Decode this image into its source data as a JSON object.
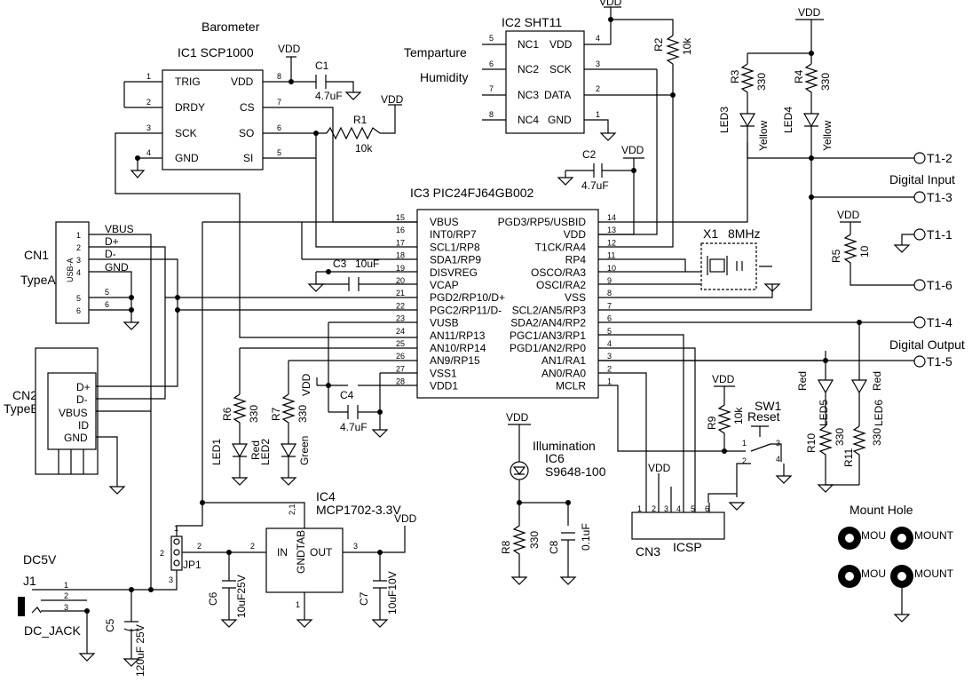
{
  "components": {
    "ic1": {
      "ref": "IC1  SCP1000",
      "title": "Barometer",
      "pins_left": [
        "TRIG",
        "DRDY",
        "SCK",
        "GND"
      ],
      "nums_left": [
        "1",
        "2",
        "3",
        "4"
      ],
      "pins_right": [
        "VDD",
        "CS",
        "SO",
        "SI"
      ],
      "nums_right": [
        "8",
        "7",
        "6",
        "5"
      ]
    },
    "ic2": {
      "ref": "IC2   SHT11",
      "pins_left": [
        "NC1",
        "NC2",
        "NC3",
        "NC4"
      ],
      "nums_left": [
        "5",
        "6",
        "7",
        "8"
      ],
      "pins_right": [
        "VDD",
        "SCK",
        "DATA",
        "GND"
      ],
      "nums_right": [
        "4",
        "3",
        "2",
        "1"
      ],
      "label_temp": "Temparture",
      "label_humid": "Humidity"
    },
    "ic3": {
      "ref": "IC3   PIC24FJ64GB002",
      "pins_left": [
        "VBUS",
        "INT0/RP7",
        "SCL1/RP8",
        "SDA1/RP9",
        "DISVREG",
        "VCAP",
        "PGD2/RP10/D+",
        "PGC2/RP11/D-",
        "VUSB",
        "AN11/RP13",
        "AN10/RP14",
        "AN9/RP15",
        "VSS1",
        "VDD1"
      ],
      "nums_left": [
        "15",
        "16",
        "17",
        "18",
        "19",
        "20",
        "21",
        "22",
        "23",
        "24",
        "25",
        "26",
        "27",
        "28"
      ],
      "pins_right": [
        "PGD3/RP5/USBID",
        "VDD",
        "T1CK/RA4",
        "RP4",
        "OSCO/RA3",
        "OSCI/RA2",
        "VSS",
        "SCL2/AN5/RP3",
        "SDA2/AN4/RP2",
        "PGC1/AN3/RP1",
        "PGD1/AN2/RP0",
        "AN1/RA1",
        "AN0/RA0",
        "MCLR"
      ],
      "nums_right": [
        "14",
        "13",
        "12",
        "11",
        "10",
        "9",
        "8",
        "7",
        "6",
        "5",
        "4",
        "3",
        "2",
        "1"
      ]
    },
    "ic4": {
      "ref": "IC4",
      "part": "MCP1702-3.3V",
      "in": "IN",
      "out": "OUT",
      "gnd": "GNDTAB",
      "num_in": "2",
      "num_out": "3",
      "num_gnd": "1",
      "num_tab": "2,1"
    },
    "ic6": {
      "title": "Illumination",
      "ref": "IC6",
      "part": "S9648-100"
    },
    "cn1": {
      "ref": "CN1",
      "type": "TypeA",
      "side": "USB-A",
      "pins": [
        "VBUS",
        "D+",
        "D-",
        "GND"
      ],
      "nums": [
        "1",
        "2",
        "3",
        "4",
        "5",
        "6"
      ]
    },
    "cn2": {
      "ref": "CN2",
      "type": "TypeB",
      "pins": [
        "D+",
        "D-",
        "VBUS",
        "ID",
        "GND"
      ]
    },
    "cn3": {
      "ref": "CN3",
      "label": "ICSP",
      "nums": [
        "1",
        "2",
        "3",
        "4",
        "5",
        "6"
      ]
    },
    "j1": {
      "ref": "J1",
      "title": "DC5V",
      "part": "DC_JACK",
      "nums": [
        "1",
        "2",
        "3"
      ]
    },
    "jp1": {
      "ref": "JP1",
      "nums": [
        "1",
        "2",
        "3"
      ],
      "net_num": "2"
    },
    "x1": {
      "ref": "X1",
      "freq": "8MHz"
    },
    "sw1": {
      "ref": "SW1",
      "name": "Reset",
      "nums": [
        "1",
        "2",
        "3",
        "4"
      ]
    },
    "c1": {
      "ref": "C1",
      "val": "4.7uF"
    },
    "c2": {
      "ref": "C2",
      "val": "4.7uF"
    },
    "c3": {
      "ref": "C3",
      "val": "10uF"
    },
    "c4": {
      "ref": "C4",
      "val": "4.7uF"
    },
    "c5": {
      "ref": "C5",
      "val": "120uF 25V"
    },
    "c6": {
      "ref": "C6",
      "val": "10uF25V"
    },
    "c7": {
      "ref": "C7",
      "val": "10uF10V"
    },
    "c8": {
      "ref": "C8",
      "val": "0.1uF"
    },
    "r1": {
      "ref": "R1",
      "val": "10k"
    },
    "r2": {
      "ref": "R2",
      "val": "10k"
    },
    "r3": {
      "ref": "R3",
      "val": "330"
    },
    "r4": {
      "ref": "R4",
      "val": "330"
    },
    "r5": {
      "ref": "R5",
      "val": "10"
    },
    "r6": {
      "ref": "R6",
      "val": "330"
    },
    "r7": {
      "ref": "R7",
      "val": "330"
    },
    "r8": {
      "ref": "R8",
      "val": "330"
    },
    "r9": {
      "ref": "R9",
      "val": "10k"
    },
    "r10": {
      "ref": "R10",
      "val": "330"
    },
    "r11": {
      "ref": "R11",
      "val": "330"
    },
    "led1": {
      "ref": "LED1",
      "color": "Red"
    },
    "led2": {
      "ref": "LED2",
      "color": "Green"
    },
    "led3": {
      "ref": "LED3",
      "color": "Yellow"
    },
    "led4": {
      "ref": "LED4",
      "color": "Yellow"
    },
    "led5": {
      "ref": "LED5",
      "color": "Red"
    },
    "led6": {
      "ref": "LED6",
      "color": "Red"
    }
  },
  "labels": {
    "vdd": "VDD",
    "digital_input": "Digital Input",
    "digital_output": "Digital Output",
    "mount_hole": "Mount Hole",
    "mount": "MOUNT",
    "mount_short": "MOU",
    "t1": [
      "T1-2",
      "T1-3",
      "T1-1",
      "T1-6",
      "T1-4",
      "T1-5"
    ]
  }
}
